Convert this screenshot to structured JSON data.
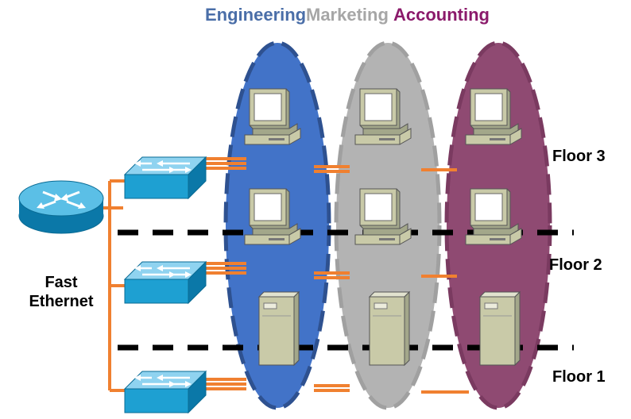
{
  "groups": {
    "engineering": {
      "label": "Engineering",
      "color": "#4a6ea8",
      "fill": "#4273c8"
    },
    "marketing": {
      "label": "Marketing",
      "color": "#a6a6a6",
      "fill": "#b3b3b3"
    },
    "accounting": {
      "label": "Accounting",
      "color": "#8b1a6b",
      "fill": "#8f4a72"
    }
  },
  "floors": [
    {
      "label": "Floor 3"
    },
    {
      "label": "Floor 2"
    },
    {
      "label": "Floor 1"
    }
  ],
  "network": {
    "medium_line1": "Fast",
    "medium_line2": "Ethernet",
    "cable_color": "#f08030"
  },
  "icons": {
    "router": "router-icon",
    "switch": "switch-icon",
    "workstation": "workstation-icon",
    "server": "server-icon"
  }
}
